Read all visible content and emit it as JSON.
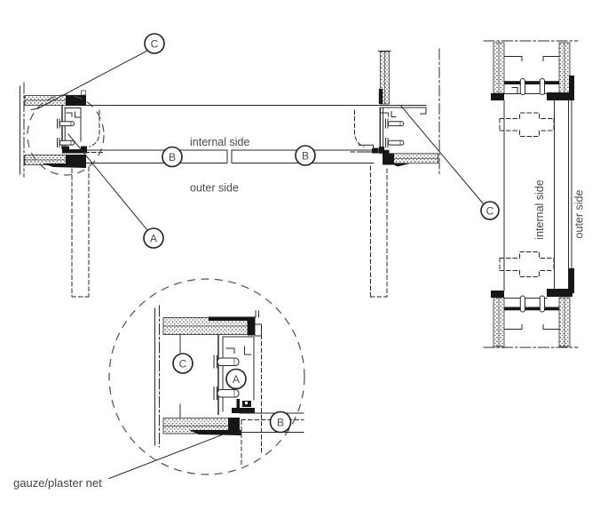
{
  "annotations": {
    "plan": {
      "c": "C",
      "a": "A",
      "b_left": "B",
      "b_right": "B",
      "c_right": "C",
      "internal_side": "internal side",
      "outer_side": "outer side"
    },
    "section": {
      "internal_side": "internal side",
      "outer_side": "outer side"
    },
    "detail": {
      "c": "C",
      "a": "A",
      "b": "B",
      "note": "gauze/plaster net"
    }
  },
  "colors": {
    "line": "#282828",
    "text": "#4a4a4a",
    "background": "#ffffff"
  }
}
